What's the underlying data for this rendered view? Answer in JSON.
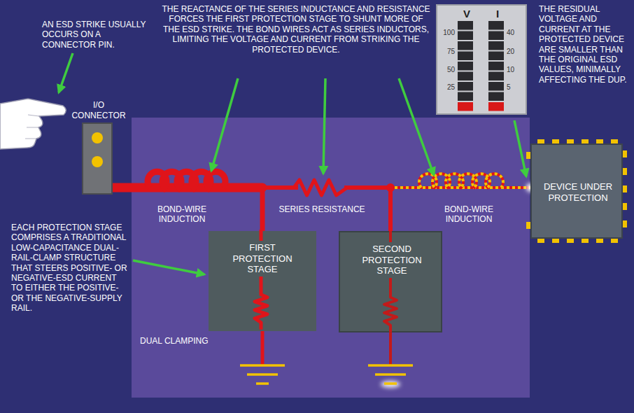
{
  "diagram": {
    "nodes": [
      {
        "text": [
          "I/O CONNECTOR"
        ]
      },
      {
        "text": [
          "DUAL CLAMPING"
        ]
      },
      {
        "text": [
          "FIRST PROTECTION STAGE"
        ],
        "in": 1
      },
      {
        "text": [
          "SECOND PROTECTION STAGE"
        ],
        "in": 1
      },
      {
        "text": [
          "V",
          "I"
        ]
      },
      {
        "text": [
          "DEVICE UNDER PROTECTION"
        ]
      }
    ],
    "edges": [
      {
        "from": 0,
        "to": 2,
        "arrow": "none"
      },
      {
        "from": 0,
        "to": 3,
        "arrow": "none"
      },
      {
        "from": 0,
        "to": 5,
        "arrow": "none"
      }
    ],
    "labels": [
      "AN ESD STRIKE USUALLY OCCURS ON A CONNECTOR PIN.",
      "THE REACTANCE OF THE SERIES INDUCTANCE AND RESISTANCE FORCES THE FIRST PROTECTION STAGE TO SHUNT MORE OF THE ESD STRIKE. THE BOND WIRES ACT AS SERIES INDUCTORS, LIMITING THE VOLTAGE AND CURRENT FROM STRIKING THE PROTECTED DEVICE.",
      "THE RESIDUAL VOLTAGE AND CURRENT AT THE PROTECTED DEVICE ARE SMALLER THAN THE ORIGINAL ESD VALUES, MINIMALLY AFFECTING THE DUP.",
      "EACH PROTECTION STAGE COMPRISES A TRADITIONAL LOW-CAPACITANCE DUAL-RAIL-CLAMP STRUCTURE THAT STEERS POSITIVE- OR NEGATIVE-ESD CURRENT TO EITHER THE POSITIVE- OR THE NEGATIVE-SUPPLY RAIL.",
      "BOND-WIRE INDUCTION",
      "SERIES RESISTANCE",
      "BOND-WIRE INDUCTION",
      "100",
      "75",
      "50",
      "25",
      "40",
      "20",
      "10",
      "5"
    ]
  }
}
